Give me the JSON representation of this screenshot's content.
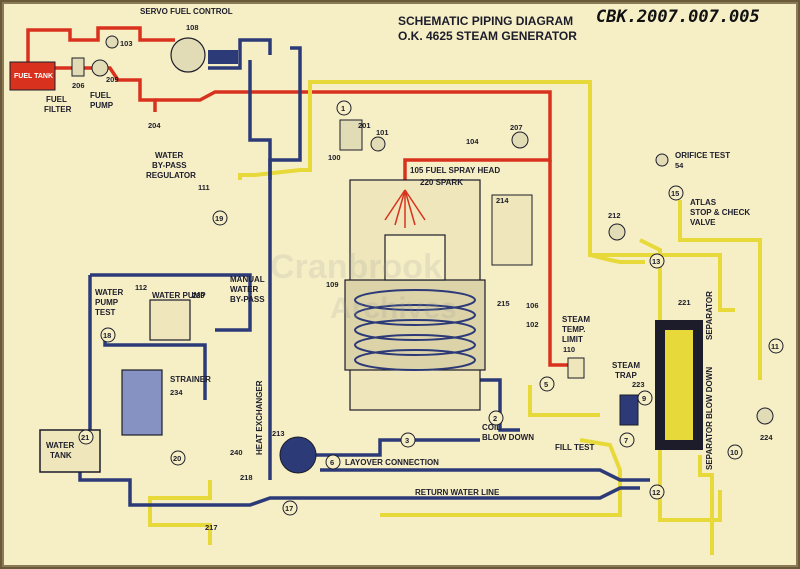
{
  "header": {
    "title_line1": "SCHEMATIC PIPING DIAGRAM",
    "title_line2": "O.K. 4625 STEAM GENERATOR",
    "catalog_number": "CBK.2007.007.005"
  },
  "watermark": {
    "line1": "Cranbrook",
    "line2": "Archives"
  },
  "colors": {
    "fuel_line": "#d8321e",
    "steam_line": "#e7d93a",
    "water_line": "#2c3a78",
    "paper": "#f6efc6",
    "ink": "#1c1c2a"
  },
  "labels": {
    "servo_fuel_control": "SERVO FUEL CONTROL",
    "fuel_tank": "FUEL TANK",
    "fuel_filter": "FUEL FILTER",
    "fuel_pump": "FUEL PUMP",
    "water_bypass_regulator": "WATER BY-PASS REGULATOR",
    "fuel_spray_head": "105 FUEL SPRAY HEAD",
    "spark": "220 SPARK",
    "orifice_test": "ORIFICE TEST",
    "atlas_valve": "ATLAS STOP & CHECK VALVE",
    "separator_vertical": "SEPARATOR",
    "separator_blow_down": "SEPARATOR BLOW DOWN",
    "water_pump_test": "WATER PUMP TEST",
    "water_pump": "WATER PUMP",
    "manual_water_bypass": "MANUAL WATER BY-PASS",
    "steam_temp_limit": "STEAM TEMP. LIMIT",
    "strainer": "STRAINER",
    "steam_trap": "STEAM TRAP",
    "water_tank": "WATER TANK",
    "heat_exchanger": "HEAT EXCHANGER",
    "coil_blow_down": "COIL BLOW DOWN",
    "fill_test": "FILL TEST",
    "layover_connection": "LAYOVER CONNECTION",
    "return_water_line": "RETURN WATER LINE"
  },
  "part_numbers": {
    "n103": "103",
    "n108": "108",
    "n206": "206",
    "n209": "209",
    "n204": "204",
    "n201": "201",
    "n101": "101",
    "n100": "100",
    "n104": "104",
    "n207": "207",
    "n54": "54",
    "n111": "111",
    "n214": "214",
    "n212": "212",
    "n109": "109",
    "n112": "112",
    "n230": "230",
    "n215": "215",
    "n106": "106",
    "n102": "102",
    "n221": "221",
    "n110": "110",
    "n234": "234",
    "n223": "223",
    "n213": "213",
    "n240": "240",
    "n218": "218",
    "n217": "217",
    "n224": "224"
  },
  "circled_markers": {
    "c1": "1",
    "c2": "2",
    "c3": "3",
    "c5": "5",
    "c6": "6",
    "c7": "7",
    "c9": "9",
    "c10": "10",
    "c11": "11",
    "c12": "12",
    "c13": "13",
    "c15": "15",
    "c17": "17",
    "c18": "18",
    "c19": "19",
    "c20": "20",
    "c21": "21"
  }
}
